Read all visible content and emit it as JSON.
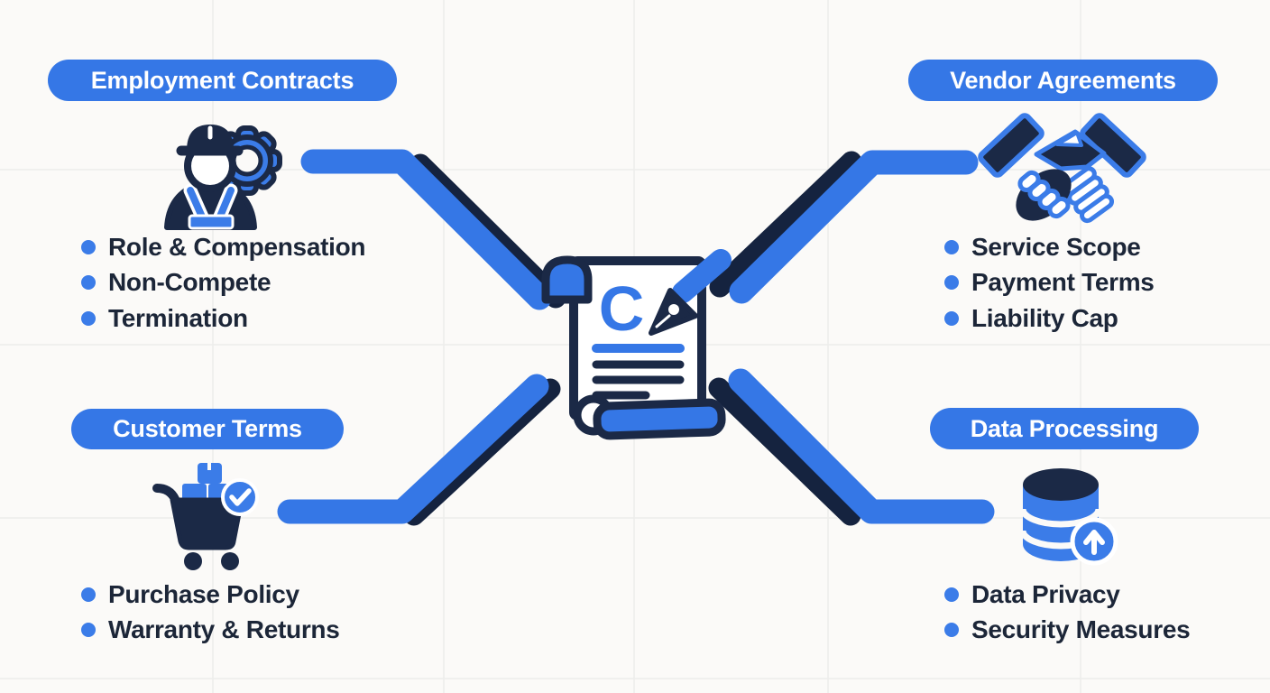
{
  "background": {
    "color": "#fbfaf8",
    "grid_color": "#ececea"
  },
  "colors": {
    "accent_blue": "#3577e6",
    "connector_shadow_navy": "#15233f",
    "icon_navy": "#1b2946",
    "text_dark": "#1c2638",
    "pill_text": "#ffffff"
  },
  "center": {
    "icon": "contract-scroll-pen-icon",
    "document_letter": "C"
  },
  "quadrants": [
    {
      "id": "employment-contracts",
      "label": "Employment Contracts",
      "icon": "worker-gear-icon",
      "items": [
        "Role & Compensation",
        "Non-Compete",
        "Termination"
      ]
    },
    {
      "id": "vendor-agreements",
      "label": "Vendor Agreements",
      "icon": "handshake-icon",
      "items": [
        "Service Scope",
        "Payment Terms",
        "Liability Cap"
      ]
    },
    {
      "id": "customer-terms",
      "label": "Customer Terms",
      "icon": "shopping-cart-check-icon",
      "items": [
        "Purchase Policy",
        "Warranty & Returns"
      ]
    },
    {
      "id": "data-processing",
      "label": "Data Processing",
      "icon": "database-upload-icon",
      "items": [
        "Data Privacy",
        "Security Measures"
      ]
    }
  ]
}
